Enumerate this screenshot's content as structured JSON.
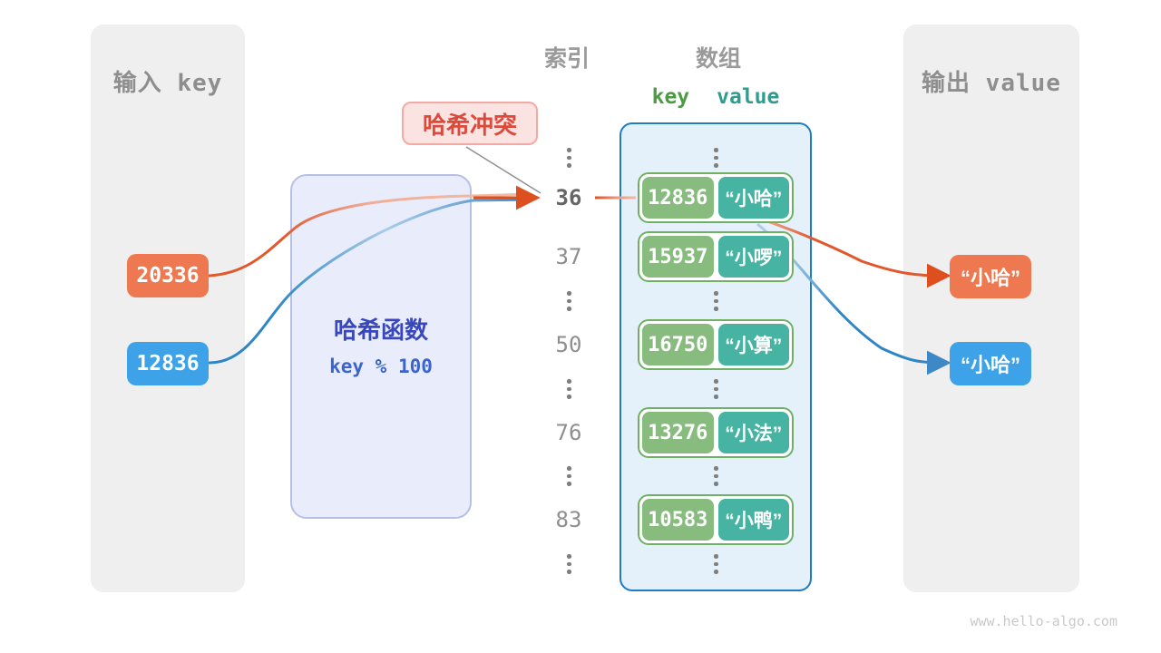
{
  "input_panel": {
    "title": "输入 key",
    "items": [
      {
        "label": "20336",
        "color": "#ee7951"
      },
      {
        "label": "12836",
        "color": "#3da2e8"
      }
    ]
  },
  "hash_box": {
    "title": "哈希函数",
    "formula": "key % 100"
  },
  "collision_label": {
    "text": "哈希冲突"
  },
  "index_column": {
    "title": "索引",
    "values": [
      "36",
      "37",
      "50",
      "76",
      "83"
    ],
    "highlighted": "36"
  },
  "array": {
    "title": "数组",
    "columns": {
      "key": "key",
      "value": "value"
    },
    "rows": [
      {
        "key": "12836",
        "value": "“小哈”"
      },
      {
        "key": "15937",
        "value": "“小啰”"
      },
      {
        "key": "16750",
        "value": "“小算”"
      },
      {
        "key": "13276",
        "value": "“小法”"
      },
      {
        "key": "10583",
        "value": "“小鸭”"
      }
    ]
  },
  "output_panel": {
    "title": "输出 value",
    "items": [
      {
        "label": "“小哈”",
        "color": "#ee7951"
      },
      {
        "label": "“小哈”",
        "color": "#3da2e8"
      }
    ]
  },
  "footer": {
    "watermark": "www.hello-algo.com"
  },
  "colors": {
    "orange_accent": "#e2572b",
    "blue_accent": "#2e86c4",
    "green_key": "#87bc7e",
    "teal_value": "#47b3a2",
    "array_border": "#1f7cc4",
    "hash_text": "#3847be",
    "collision_red": "#dd4a3c",
    "panel_gray": "#efefef"
  }
}
